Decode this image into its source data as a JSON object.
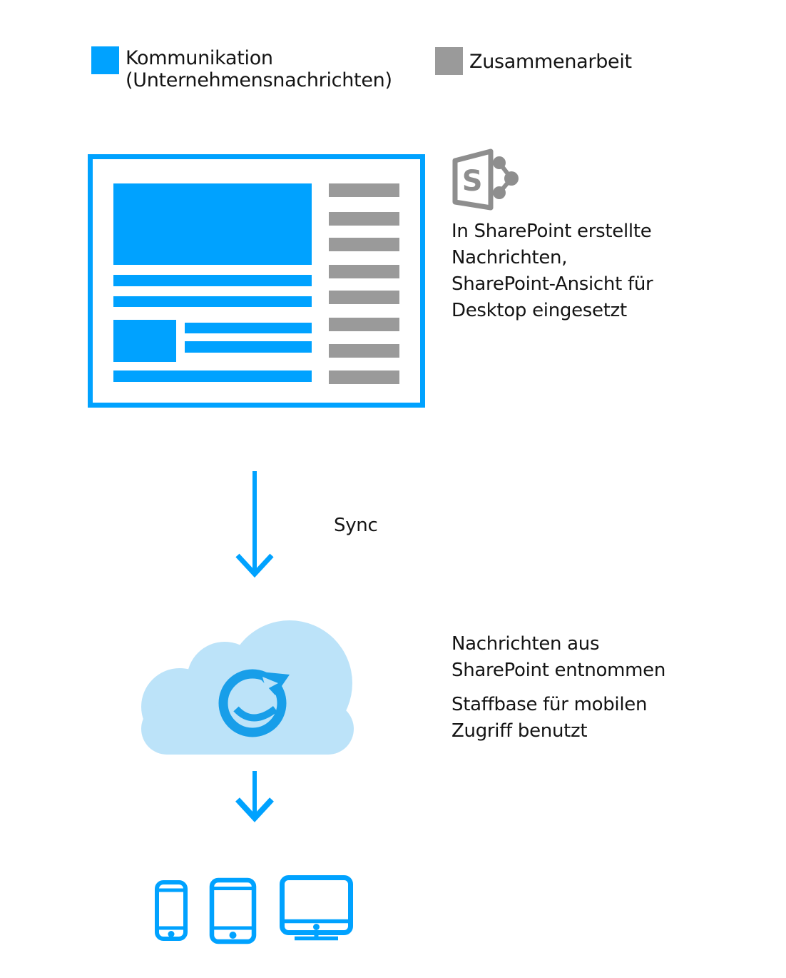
{
  "colors": {
    "accent_blue": "#00A2FF",
    "collab_gray": "#9A9A9A",
    "sharepoint_gray": "#8E8E8E",
    "cloud_fill": "#BCE3F9",
    "logo_blue": "#189EE9",
    "text": "#141414"
  },
  "legend": {
    "communication": {
      "swatch_color": "#00A2FF",
      "lines": [
        "Kommunikation",
        "(Unternehmensnachrichten)"
      ]
    },
    "collaboration": {
      "swatch_color": "#9A9A9A",
      "label": "Zusammenarbeit"
    }
  },
  "sharepoint": {
    "icon": "sharepoint-icon",
    "icon_letter": "S",
    "caption_lines": [
      "In SharePoint erstellte",
      "Nachrichten,",
      "SharePoint-Ansicht für",
      "Desktop eingesetzt"
    ]
  },
  "sync": {
    "label": "Sync"
  },
  "staffbase": {
    "icon": "staffbase-cloud-icon",
    "caption_paragraph1_lines": [
      "Nachrichten aus",
      "SharePoint entnommen"
    ],
    "caption_paragraph2_lines": [
      "Staffbase für mobilen",
      "Zugriff benutzt"
    ]
  },
  "devices": {
    "icons": [
      "smartphone-icon",
      "tablet-icon",
      "desktop-monitor-icon"
    ]
  }
}
